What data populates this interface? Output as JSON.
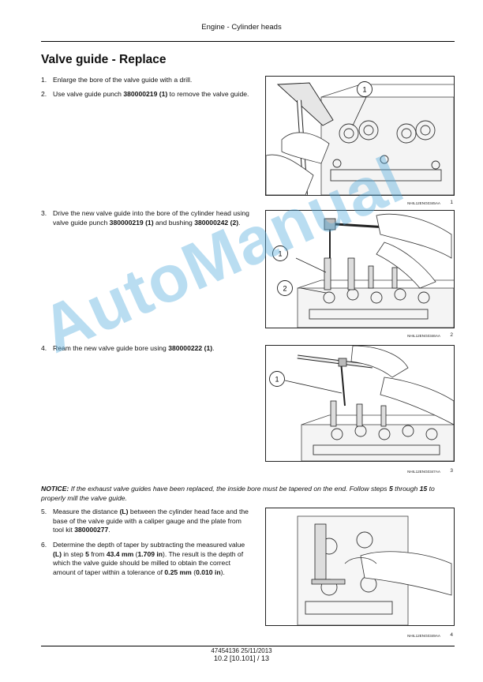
{
  "header": {
    "text": "Engine - Cylinder heads"
  },
  "title": "Valve guide - Replace",
  "steps": [
    {
      "num": "1.",
      "parts": [
        {
          "t": "Enlarge the bore of the valve guide with a drill."
        }
      ]
    },
    {
      "num": "2.",
      "parts": [
        {
          "t": "Use valve guide punch "
        },
        {
          "t": "380000219 (1)",
          "b": true
        },
        {
          "t": " to remove the valve guide."
        }
      ]
    },
    {
      "num": "3.",
      "parts": [
        {
          "t": "Drive the new valve guide into the bore of the cylinder head using valve guide punch "
        },
        {
          "t": "380000219 (1)",
          "b": true
        },
        {
          "t": " and bushing "
        },
        {
          "t": "380000242 (2)",
          "b": true
        },
        {
          "t": "."
        }
      ]
    },
    {
      "num": "4.",
      "parts": [
        {
          "t": "Ream the new valve guide bore using "
        },
        {
          "t": "380000222 (1)",
          "b": true
        },
        {
          "t": "."
        }
      ]
    },
    {
      "num": "5.",
      "parts": [
        {
          "t": "Measure the distance "
        },
        {
          "t": "(L)",
          "b": true
        },
        {
          "t": " between the cylinder head face and the base of the valve guide with a caliper gauge and the plate from tool kit "
        },
        {
          "t": "380000277",
          "b": true
        },
        {
          "t": "."
        }
      ]
    },
    {
      "num": "6.",
      "parts": [
        {
          "t": "Determine the depth of taper by subtracting the measured value "
        },
        {
          "t": "(L)",
          "b": true
        },
        {
          "t": " in step "
        },
        {
          "t": "5",
          "b": true
        },
        {
          "t": " from "
        },
        {
          "t": "43.4 mm",
          "b": true
        },
        {
          "t": " ("
        },
        {
          "t": "1.709 in",
          "b": true
        },
        {
          "t": "). The result is the depth of which the valve guide should be milled to obtain the correct amount of taper within a tolerance of "
        },
        {
          "t": "0.25 mm",
          "b": true
        },
        {
          "t": " ("
        },
        {
          "t": "0.010 in",
          "b": true
        },
        {
          "t": ")."
        }
      ]
    }
  ],
  "notice": [
    {
      "t": "NOTICE:",
      "b": true
    },
    {
      "t": " If the exhaust valve guides have been replaced, the inside bore must be tapered on the end. Follow steps "
    },
    {
      "t": "5",
      "b": true
    },
    {
      "t": " through "
    },
    {
      "t": "15",
      "b": true
    },
    {
      "t": " to properly mill the valve guide."
    }
  ],
  "figures": [
    {
      "code": "NHIL12ENG0345AA",
      "number": "1",
      "callouts": [
        "1"
      ]
    },
    {
      "code": "NHIL12ENG0346AA",
      "number": "2",
      "callouts": [
        "1",
        "2"
      ]
    },
    {
      "code": "NHIL12ENG0347AA",
      "number": "3",
      "callouts": [
        "1"
      ]
    },
    {
      "code": "NHIL12ENG0349AA",
      "number": "4",
      "callouts": []
    }
  ],
  "watermark": "AutoManual",
  "footer": {
    "doc_id": "47454136 25/11/2013",
    "page": "10.2 [10.101] / 13"
  }
}
